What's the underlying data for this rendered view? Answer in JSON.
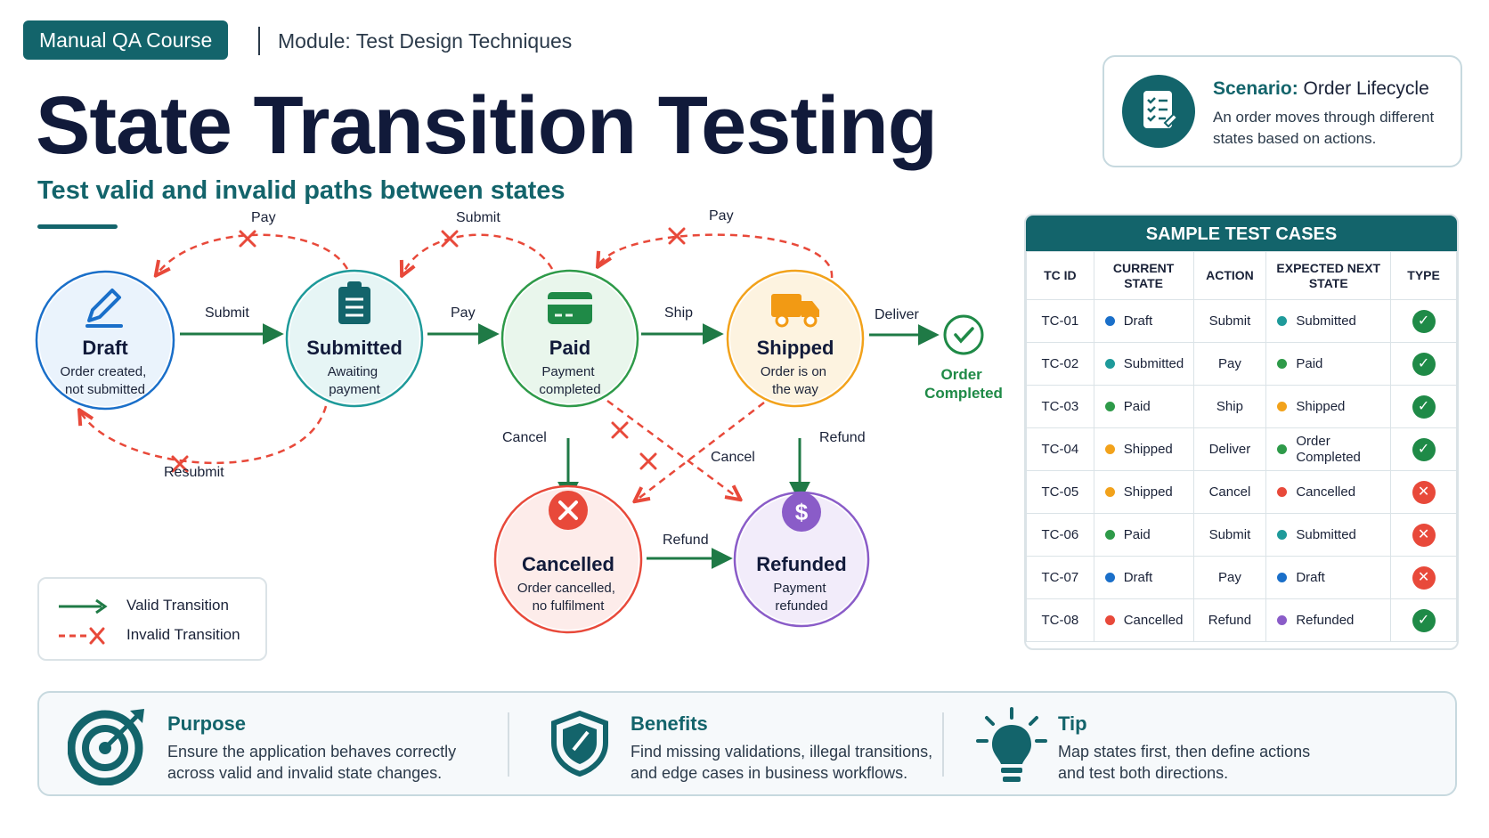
{
  "header": {
    "badge": "Manual QA Course",
    "module": "Module: Test Design Techniques",
    "title": "State Transition Testing",
    "subtitle": "Test valid and invalid paths between states"
  },
  "scenario": {
    "label": "Scenario:",
    "name": "Order Lifecycle",
    "desc": "An order moves through different states based on actions."
  },
  "states": [
    {
      "id": "draft",
      "name": "Draft",
      "desc": "Order created, not submitted",
      "color": "#1a6fc9",
      "icon": "pencil-icon"
    },
    {
      "id": "submitted",
      "name": "Submitted",
      "desc": "Awaiting payment",
      "color": "#1e9a9a",
      "icon": "clipboard-icon"
    },
    {
      "id": "paid",
      "name": "Paid",
      "desc": "Payment completed",
      "color": "#2e9a49",
      "icon": "credit-card-icon"
    },
    {
      "id": "shipped",
      "name": "Shipped",
      "desc": "Order is on the way",
      "color": "#f2a21b",
      "icon": "truck-icon"
    },
    {
      "id": "cancelled",
      "name": "Cancelled",
      "desc": "Order cancelled, no fulfilment",
      "color": "#e8493a",
      "icon": "x-circle-icon"
    },
    {
      "id": "refunded",
      "name": "Refunded",
      "desc": "Payment refunded",
      "color": "#8a5cc8",
      "icon": "dollar-icon"
    }
  ],
  "completed": {
    "label": "Order Completed",
    "icon": "check-circle-icon",
    "color": "#2e9a49"
  },
  "transitions": {
    "valid": [
      {
        "from": "draft",
        "to": "submitted",
        "label": "Submit"
      },
      {
        "from": "submitted",
        "to": "paid",
        "label": "Pay"
      },
      {
        "from": "paid",
        "to": "shipped",
        "label": "Ship"
      },
      {
        "from": "shipped",
        "to": "completed",
        "label": "Deliver"
      },
      {
        "from": "paid",
        "to": "cancelled",
        "label": "Cancel"
      },
      {
        "from": "shipped",
        "to": "refunded",
        "label": "Refund"
      },
      {
        "from": "cancelled",
        "to": "refunded",
        "label": "Refund"
      }
    ],
    "invalid": [
      {
        "from": "submitted",
        "to": "draft",
        "label": "Pay"
      },
      {
        "from": "paid",
        "to": "submitted",
        "label": "Submit"
      },
      {
        "from": "shipped",
        "to": "paid",
        "label": "Pay"
      },
      {
        "from": "submitted",
        "to": "draft",
        "label": "Resubmit"
      },
      {
        "from": "shipped",
        "to": "cancelled",
        "label": "Cancel"
      },
      {
        "from": "paid",
        "to": "refunded",
        "label": ""
      }
    ]
  },
  "legend": {
    "valid": "Valid Transition",
    "invalid": "Invalid Transition"
  },
  "table": {
    "title": "SAMPLE TEST CASES",
    "columns": [
      "TC ID",
      "CURRENT STATE",
      "ACTION",
      "EXPECTED NEXT STATE",
      "TYPE"
    ],
    "rows": [
      {
        "id": "TC-01",
        "current": "Draft",
        "current_color": "#1a6fc9",
        "action": "Submit",
        "next": "Submitted",
        "next_color": "#1e9a9a",
        "type": "valid"
      },
      {
        "id": "TC-02",
        "current": "Submitted",
        "current_color": "#1e9a9a",
        "action": "Pay",
        "next": "Paid",
        "next_color": "#2e9a49",
        "type": "valid"
      },
      {
        "id": "TC-03",
        "current": "Paid",
        "current_color": "#2e9a49",
        "action": "Ship",
        "next": "Shipped",
        "next_color": "#f2a21b",
        "type": "valid"
      },
      {
        "id": "TC-04",
        "current": "Shipped",
        "current_color": "#f2a21b",
        "action": "Deliver",
        "next": "Order Completed",
        "next_color": "#2e9a49",
        "type": "valid"
      },
      {
        "id": "TC-05",
        "current": "Shipped",
        "current_color": "#f2a21b",
        "action": "Cancel",
        "next": "Cancelled",
        "next_color": "#e8493a",
        "type": "invalid"
      },
      {
        "id": "TC-06",
        "current": "Paid",
        "current_color": "#2e9a49",
        "action": "Submit",
        "next": "Submitted",
        "next_color": "#1e9a9a",
        "type": "invalid"
      },
      {
        "id": "TC-07",
        "current": "Draft",
        "current_color": "#1a6fc9",
        "action": "Pay",
        "next": "Draft",
        "next_color": "#1a6fc9",
        "type": "invalid"
      },
      {
        "id": "TC-08",
        "current": "Cancelled",
        "current_color": "#e8493a",
        "action": "Refund",
        "next": "Refunded",
        "next_color": "#8a5cc8",
        "type": "valid"
      }
    ]
  },
  "footer": [
    {
      "title": "Purpose",
      "desc": "Ensure the application behaves correctly across valid and invalid state changes.",
      "icon": "target-icon"
    },
    {
      "title": "Benefits",
      "desc": "Find missing validations, illegal transitions, and edge cases in business workflows.",
      "icon": "shield-icon"
    },
    {
      "title": "Tip",
      "desc": "Map states first, then define actions and test both directions.",
      "icon": "lightbulb-icon"
    }
  ],
  "colors": {
    "accent": "#13646b",
    "valid": "#1f7a46",
    "invalid": "#e8493a"
  }
}
